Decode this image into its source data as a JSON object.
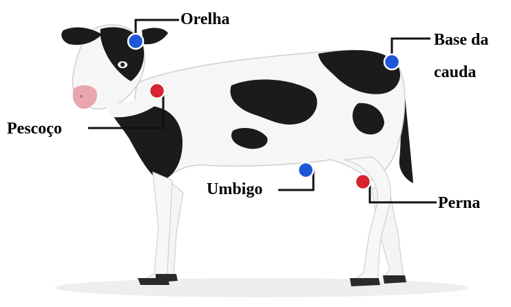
{
  "labels": {
    "ear": "Orelha",
    "tail_base_line1": "Base da",
    "tail_base_line2": "cauda",
    "neck": "Pescoço",
    "navel": "Umbigo",
    "leg": "Perna"
  },
  "markers": [
    {
      "site": "ear",
      "color_name": "blue"
    },
    {
      "site": "tail_base",
      "color_name": "blue"
    },
    {
      "site": "neck",
      "color_name": "red"
    },
    {
      "site": "navel",
      "color_name": "blue"
    },
    {
      "site": "leg",
      "color_name": "red"
    }
  ],
  "colors": {
    "blue_marker": "#1e56d8",
    "red_marker": "#d62431",
    "leader_line": "#111111",
    "cow_black": "#1b1b1b",
    "cow_white": "#f6f6f6",
    "nose_pink": "#e9a6ad",
    "hoof": "#2a2a2a"
  }
}
